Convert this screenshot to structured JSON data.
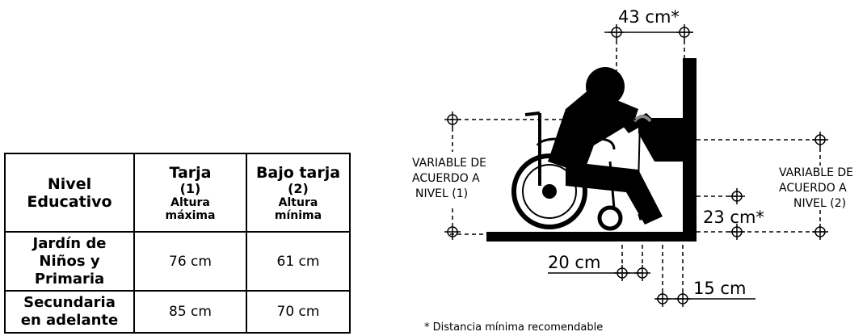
{
  "table": {
    "header": {
      "col1": "Nivel Educativo",
      "col2_title": "Tarja",
      "col2_num": "(1)",
      "col2_sub": "Altura máxima",
      "col3_title": "Bajo tarja",
      "col3_num": "(2)",
      "col3_sub": "Altura mínima"
    },
    "rows": [
      {
        "nivel": "Jardín de Niños y Primaria",
        "tarja": "76 cm",
        "bajo_tarja": "61 cm"
      },
      {
        "nivel": "Secundaria en adelante",
        "tarja": "85 cm",
        "bajo_tarja": "70 cm"
      }
    ]
  },
  "diagram": {
    "dim_top": "43 cm*",
    "left_label": [
      "VARIABLE DE",
      "ACUERDO A",
      "NIVEL (1)"
    ],
    "right_label": [
      "VARIABLE DE",
      "ACUERDO A",
      "NIVEL (2)"
    ],
    "dim_knee": "23 cm*",
    "dim_20": "20 cm",
    "dim_15": "15 cm",
    "footnote": "* Distancia mínima recomendable"
  }
}
